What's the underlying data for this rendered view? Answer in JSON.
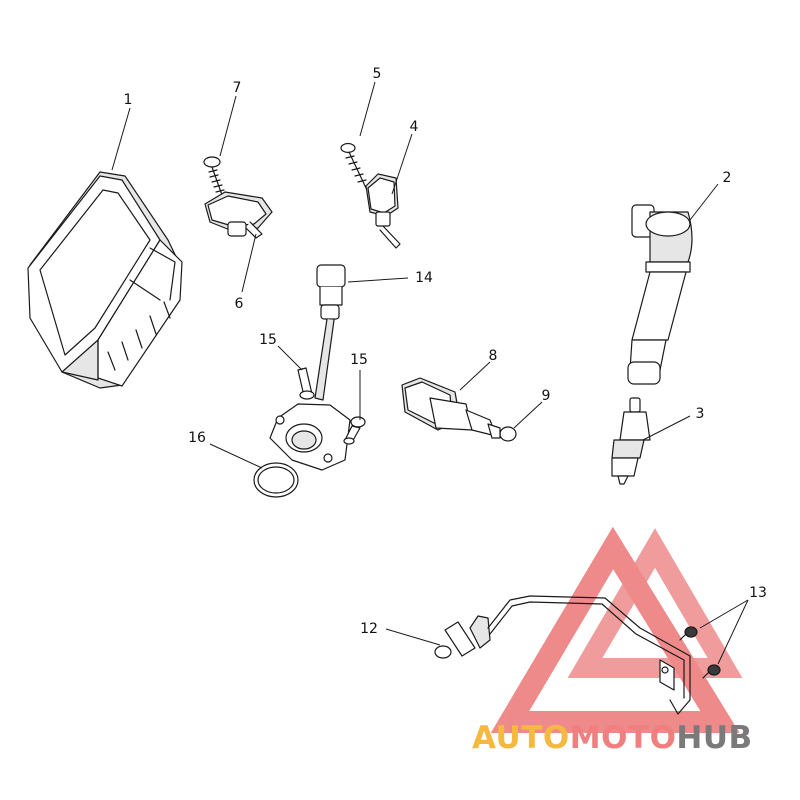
{
  "callouts": {
    "c1": "1",
    "c2": "2",
    "c3": "3",
    "c4": "4",
    "c5": "5",
    "c6": "6",
    "c7": "7",
    "c8": "8",
    "c9": "9",
    "c12": "12",
    "c13": "13",
    "c14": "14",
    "c15a": "15",
    "c15b": "15",
    "c16": "16"
  },
  "watermark": {
    "part1": "AUTO",
    "part2": "MOTO",
    "part3": "HUB",
    "color1": "#f5b942",
    "color2": "#f08080",
    "color3": "#7a7a7a",
    "triangle_color": "#e85a5a"
  }
}
